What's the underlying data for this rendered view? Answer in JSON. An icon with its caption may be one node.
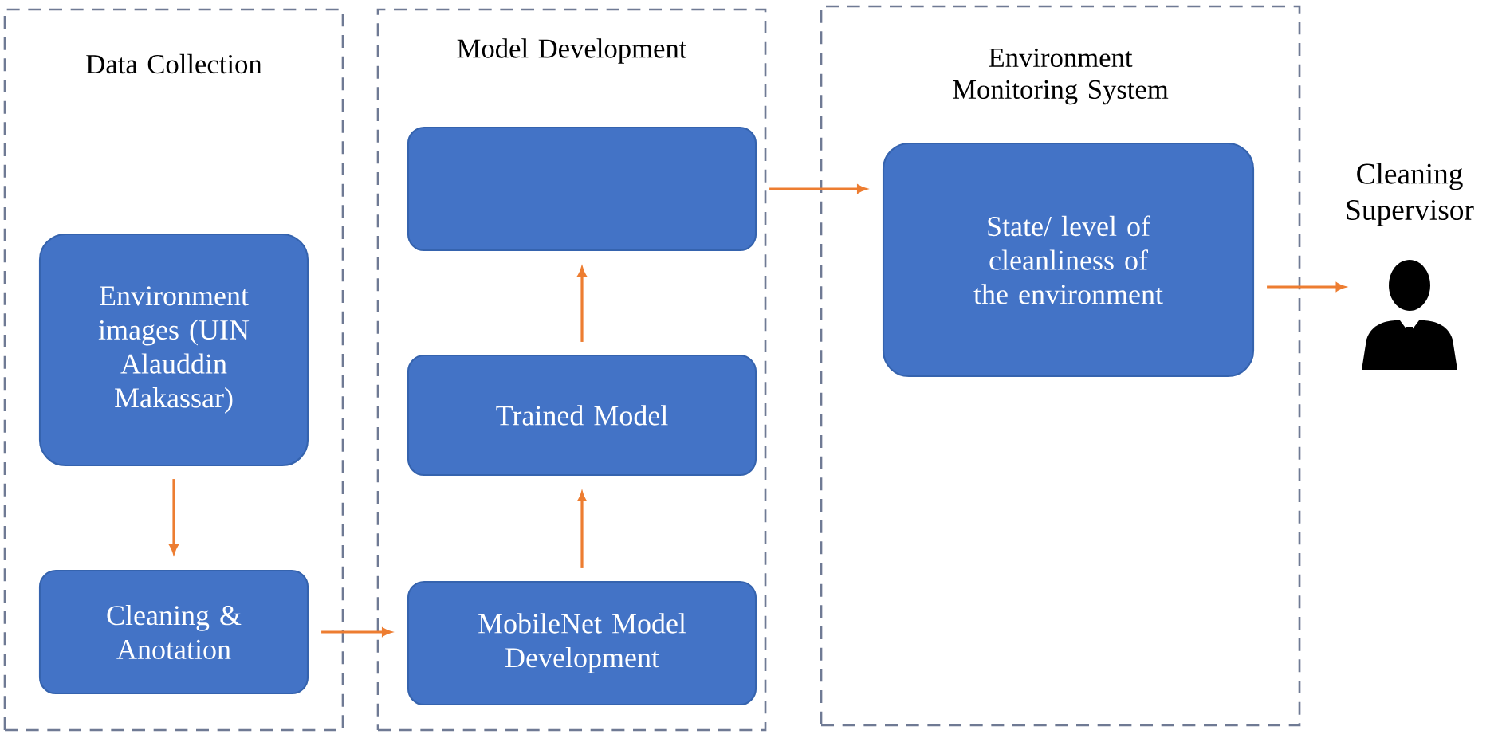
{
  "diagram": {
    "nodes": [
      {
        "text": [
          "Data Collection"
        ]
      },
      {
        "text": [
          "Model Development"
        ]
      },
      {
        "text": [
          "Environment Monitoring System"
        ]
      },
      {
        "text": [
          "Environment images (UIN Alauddin Makassar)"
        ],
        "in": 0
      },
      {
        "text": [
          "Cleaning & Anotation"
        ],
        "in": 0
      },
      {
        "text": [],
        "shape": "box",
        "in": 1
      },
      {
        "text": [
          "Trained Model"
        ],
        "in": 1
      },
      {
        "text": [
          "MobileNet Model Development"
        ],
        "in": 1
      },
      {
        "text": [
          "State/ level of cleanliness of the environment"
        ],
        "in": 2
      },
      {
        "text": [
          "Cleaning Supervisor"
        ]
      }
    ],
    "edges": [
      {
        "from": 3,
        "to": 4,
        "arrow": "to"
      },
      {
        "from": 4,
        "to": 7,
        "arrow": "to"
      },
      {
        "from": 7,
        "to": 6,
        "arrow": "to"
      },
      {
        "from": 6,
        "to": 5,
        "arrow": "to"
      },
      {
        "from": 5,
        "to": 8,
        "arrow": "to"
      },
      {
        "from": 8,
        "to": 9,
        "arrow": "to"
      }
    ]
  }
}
